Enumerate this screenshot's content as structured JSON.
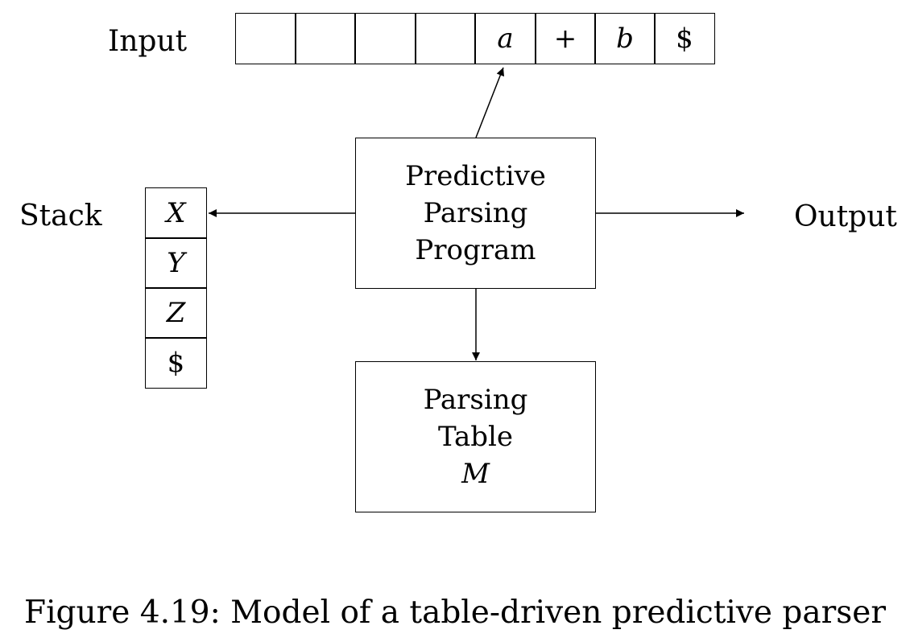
{
  "labels": {
    "input": "Input",
    "stack": "Stack",
    "output": "Output"
  },
  "input_tape": {
    "cells": [
      "",
      "",
      "",
      "",
      "a",
      "+",
      "b",
      "$"
    ]
  },
  "stack": {
    "cells": [
      "X",
      "Y",
      "Z",
      "$"
    ]
  },
  "program_box": {
    "lines": [
      "Predictive",
      "Parsing",
      "Program"
    ]
  },
  "table_box": {
    "lines": [
      "Parsing",
      "Table",
      "M"
    ]
  },
  "caption": "Figure 4.19: Model of a table-driven predictive parser"
}
